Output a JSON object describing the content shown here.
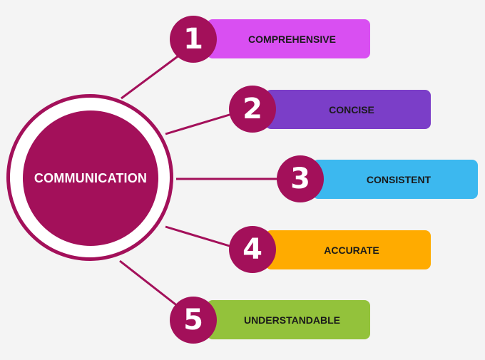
{
  "center": {
    "label": "COMMUNICATION",
    "color": "#a3105a",
    "ring_color": "#a3105a"
  },
  "line_color": "#a3105a",
  "items": [
    {
      "number": "1",
      "label": "COMPREHENSIVE",
      "color": "#d94ff2"
    },
    {
      "number": "2",
      "label": "CONCISE",
      "color": "#7b3ec8"
    },
    {
      "number": "3",
      "label": "CONSISTENT",
      "color": "#3cb8ef"
    },
    {
      "number": "4",
      "label": "ACCURATE",
      "color": "#ffab00"
    },
    {
      "number": "5",
      "label": "UNDERSTANDABLE",
      "color": "#93c23b"
    }
  ]
}
